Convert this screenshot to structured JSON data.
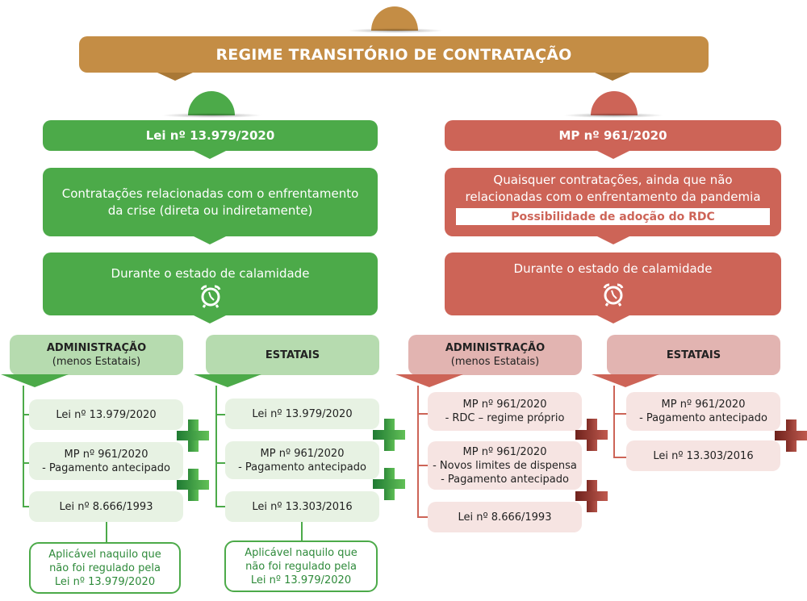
{
  "title": "REGIME  TRANSITÓRIO DE CONTRATAÇÃO",
  "colors": {
    "title": "#c48d45",
    "green": "#4caa49",
    "red": "#cd6457",
    "light_green": "#b6dbaf",
    "light_red": "#e2b4b1",
    "pale_green": "#e7f2e3",
    "pale_red": "#f6e4e2"
  },
  "left": {
    "header": "Lei nº 13.979/2020",
    "scope": "Contratações relacionadas com o enfrentamento da crise (direta ou indiretamente)",
    "duration": "Durante o estado de calamidade",
    "duration_icon": "alarm-clock-icon",
    "columns": [
      {
        "title": "ADMINISTRAÇÃO",
        "subtitle": "(menos Estatais)",
        "items": [
          {
            "line1": "Lei nº 13.979/2020",
            "line2": ""
          },
          {
            "line1": "MP nº 961/2020",
            "line2": "- Pagamento antecipado"
          },
          {
            "line1": "Lei nº 8.666/1993",
            "line2": ""
          }
        ],
        "note": {
          "line1": "Aplicável naquilo que",
          "line2": "não foi regulado pela",
          "line3": "Lei nº 13.979/2020"
        }
      },
      {
        "title": "ESTATAIS",
        "subtitle": "",
        "items": [
          {
            "line1": "Lei nº 13.979/2020",
            "line2": ""
          },
          {
            "line1": "MP nº 961/2020",
            "line2": "- Pagamento antecipado"
          },
          {
            "line1": "Lei nº 13.303/2016",
            "line2": ""
          }
        ],
        "note": {
          "line1": "Aplicável naquilo que",
          "line2": "não foi regulado pela",
          "line3": "Lei nº 13.979/2020"
        }
      }
    ]
  },
  "right": {
    "header": "MP nº 961/2020",
    "scope_line1": "Quaisquer contratações, ainda que não",
    "scope_line2": "relacionadas com o enfrentamento da pandemia",
    "highlight": "Possibilidade de adoção do RDC",
    "duration": "Durante o estado de calamidade",
    "duration_icon": "alarm-clock-icon",
    "columns": [
      {
        "title": "ADMINISTRAÇÃO",
        "subtitle": "(menos Estatais)",
        "items": [
          {
            "line1": "MP nº 961/2020",
            "line2": "- RDC – regime próprio",
            "line3": ""
          },
          {
            "line1": "MP nº 961/2020",
            "line2": "- Novos limites de dispensa",
            "line3": "- Pagamento antecipado"
          },
          {
            "line1": "Lei nº 8.666/1993",
            "line2": "",
            "line3": ""
          }
        ]
      },
      {
        "title": "ESTATAIS",
        "subtitle": "",
        "items": [
          {
            "line1": "MP nº 961/2020",
            "line2": "- Pagamento antecipado"
          },
          {
            "line1": "Lei nº 13.303/2016",
            "line2": ""
          }
        ]
      }
    ]
  },
  "plus_icon": "plus-icon"
}
